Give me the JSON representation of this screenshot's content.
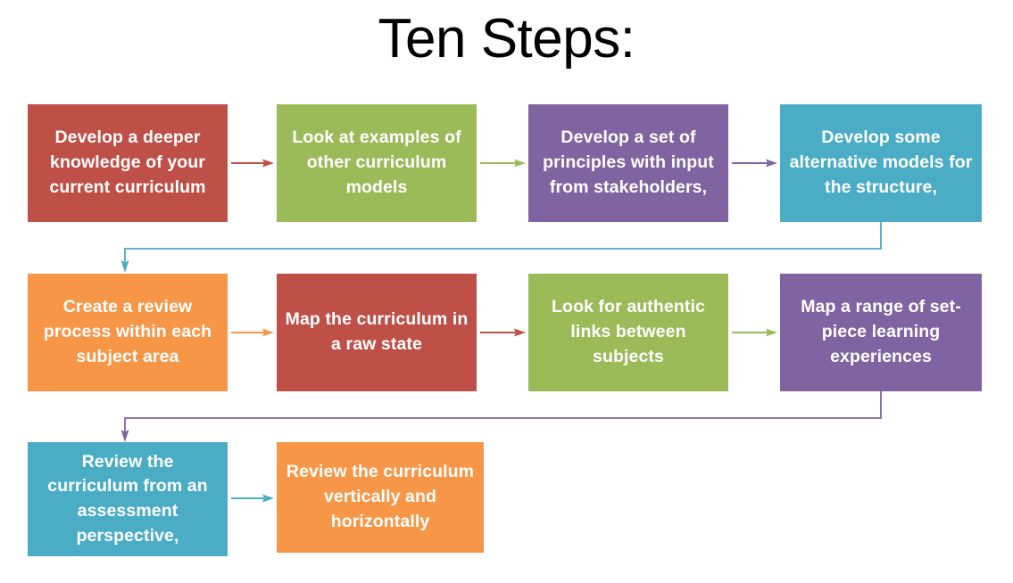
{
  "page": {
    "title": "Ten Steps:",
    "background": "#FFFFFF"
  },
  "palette": {
    "red": "#BE5048",
    "green": "#9BBB59",
    "purple": "#8064A2",
    "teal": "#4BACC6",
    "orange": "#F79646",
    "text": "#FFFFFF",
    "title_text": "#000000"
  },
  "flowchart": {
    "type": "process-flow",
    "rows": 3,
    "columns": 4,
    "steps": [
      {
        "n": 1,
        "label": "Develop a deeper knowledge of your current curriculum",
        "color": "#BE5048",
        "color_name": "red",
        "row": 1,
        "col": 1
      },
      {
        "n": 2,
        "label": "Look at examples of other curriculum models",
        "color": "#9BBB59",
        "color_name": "green",
        "row": 1,
        "col": 2
      },
      {
        "n": 3,
        "label": "Develop a set of principles with input from stakeholders,",
        "color": "#8064A2",
        "color_name": "purple",
        "row": 1,
        "col": 3
      },
      {
        "n": 4,
        "label": "Develop some alternative models for the structure,",
        "color": "#4BACC6",
        "color_name": "teal",
        "row": 1,
        "col": 4
      },
      {
        "n": 5,
        "label": "Create a review process within each subject area",
        "color": "#F79646",
        "color_name": "orange",
        "row": 2,
        "col": 1
      },
      {
        "n": 6,
        "label": "Map the curriculum in a raw state",
        "color": "#BE5048",
        "color_name": "red",
        "row": 2,
        "col": 2
      },
      {
        "n": 7,
        "label": "Look for authentic links between subjects",
        "color": "#9BBB59",
        "color_name": "green",
        "row": 2,
        "col": 3
      },
      {
        "n": 8,
        "label": "Map a range of set-piece learning experiences",
        "color": "#8064A2",
        "color_name": "purple",
        "row": 2,
        "col": 4
      },
      {
        "n": 9,
        "label": "Review the curriculum from an assessment perspective,",
        "color": "#4BACC6",
        "color_name": "teal",
        "row": 3,
        "col": 1
      },
      {
        "n": 10,
        "label": "Review the curriculum vertically and horizontally",
        "color": "#F79646",
        "color_name": "orange",
        "row": 3,
        "col": 2
      }
    ],
    "connectors": [
      {
        "from": 1,
        "to": 2,
        "kind": "straight-arrow",
        "color": "#BE5048"
      },
      {
        "from": 2,
        "to": 3,
        "kind": "straight-arrow",
        "color": "#9BBB59"
      },
      {
        "from": 3,
        "to": 4,
        "kind": "straight-arrow",
        "color": "#8064A2"
      },
      {
        "from": 4,
        "to": 5,
        "kind": "elbow-wrap-arrow",
        "color": "#4BACC6"
      },
      {
        "from": 5,
        "to": 6,
        "kind": "straight-arrow",
        "color": "#F79646"
      },
      {
        "from": 6,
        "to": 7,
        "kind": "straight-arrow",
        "color": "#BE5048"
      },
      {
        "from": 7,
        "to": 8,
        "kind": "straight-arrow",
        "color": "#9BBB59"
      },
      {
        "from": 8,
        "to": 9,
        "kind": "elbow-wrap-arrow",
        "color": "#8064A2"
      },
      {
        "from": 9,
        "to": 10,
        "kind": "straight-arrow",
        "color": "#4BACC6"
      }
    ]
  }
}
